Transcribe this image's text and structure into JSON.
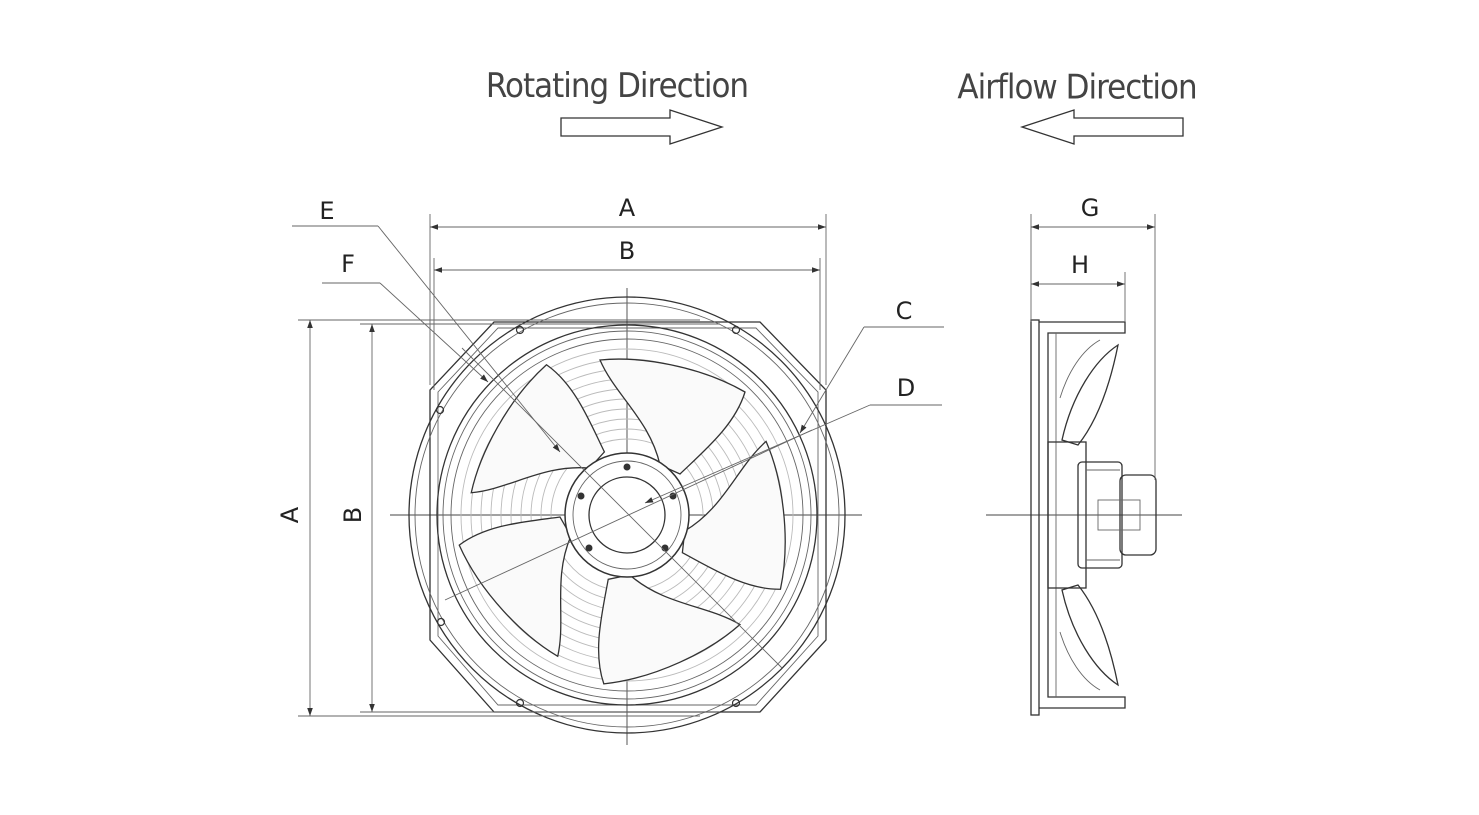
{
  "annotations": {
    "rotating_direction": "Rotating Direction",
    "airflow_direction": "Airflow Direction"
  },
  "dimension_labels": {
    "A_top": "A",
    "B_top": "B",
    "A_side": "A",
    "B_side": "B",
    "C": "C",
    "D": "D",
    "E": "E",
    "F": "F",
    "G": "G",
    "H": "H"
  }
}
